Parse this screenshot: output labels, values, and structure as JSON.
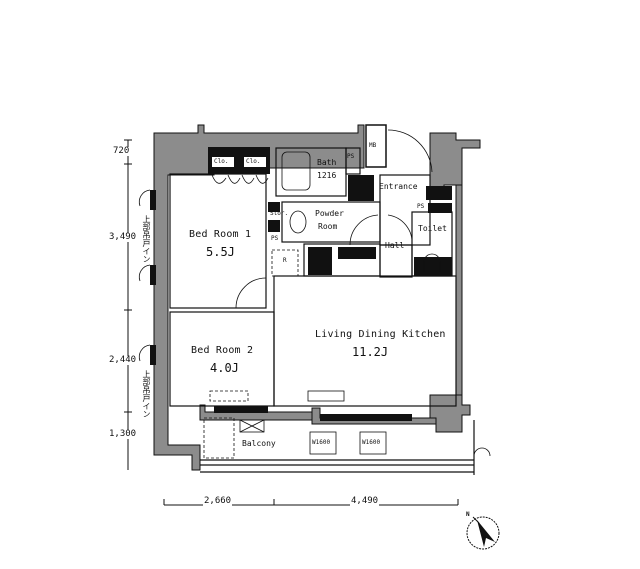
{
  "floorplan": {
    "rooms": [
      {
        "id": "bedroom1",
        "name": "Bed Room 1",
        "size": "5.5J"
      },
      {
        "id": "bedroom2",
        "name": "Bed Room 2",
        "size": "4.0J"
      },
      {
        "id": "ldk",
        "name": "Living Dining Kitchen",
        "size": "11.2J"
      },
      {
        "id": "bath",
        "name": "Bath",
        "size": "1216"
      },
      {
        "id": "powder",
        "name_line1": "Powder",
        "name_line2": "Room"
      },
      {
        "id": "entrance",
        "name": "Entrance"
      },
      {
        "id": "hall",
        "name": "Hall"
      },
      {
        "id": "toilet",
        "name": "Toilet"
      },
      {
        "id": "balcony",
        "name": "Balcony"
      }
    ],
    "fixtures": {
      "closet1": "Clo.",
      "closet2": "Clo.",
      "storage": "Stor.",
      "ps_top": "PS",
      "ps_left": "PS",
      "ps_right": "PS",
      "mb": "MB",
      "refrigerator": "R",
      "outdoor_unit1": "W1600",
      "outdoor_unit2": "W1600"
    },
    "window_note": "上部吊戸イン",
    "dimensions": {
      "vertical": [
        "720",
        "3,490",
        "2,440",
        "1,300"
      ],
      "horizontal": [
        "2,660",
        "4,490"
      ]
    },
    "compass": {
      "label": "N"
    },
    "colors": {
      "wall": "#8c8c8c",
      "line": "#111111",
      "fill_dark": "#111111",
      "background": "#ffffff"
    }
  }
}
